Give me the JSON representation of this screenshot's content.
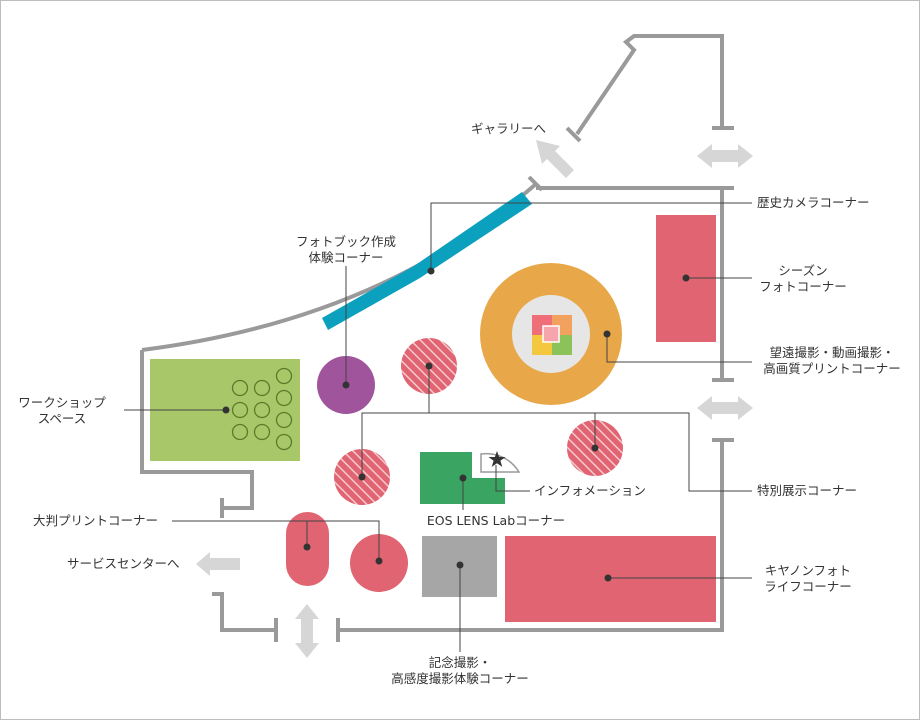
{
  "labels": {
    "gallery": "ギャラリーへ",
    "history_camera": "歴史カメラコーナー",
    "photobook_1": "フォトブック作成",
    "photobook_2": "体験コーナー",
    "season_1": "シーズン",
    "season_2": "フォトコーナー",
    "telephoto_1": "望遠撮影・動画撮影・",
    "telephoto_2": "高画質プリントコーナー",
    "workshop_1": "ワークショップ",
    "workshop_2": "スペース",
    "information": "インフォメーション",
    "special_exhibit": "特別展示コーナー",
    "eos_lens_lab": "EOS LENS Labコーナー",
    "large_print": "大判プリントコーナー",
    "service_center": "サービスセンターへ",
    "canon_photo_life_1": "キヤノンフォト",
    "canon_photo_life_2": "ライフコーナー",
    "commemorative_1": "記念撮影・",
    "commemorative_2": "高感度撮影体験コーナー"
  },
  "colors": {
    "wall": "#9a9a9a",
    "arrow": "#d6d6d6",
    "history_camera": "#0aa0be",
    "season": "#e06472",
    "telephoto": "#e8a84a",
    "workshop": "#a8c768",
    "photobook": "#a0549c",
    "eos_lens_lab": "#3aa562",
    "commemorative": "#a6a6a6",
    "large_print": "#e06472",
    "canon_photo_life": "#e06472",
    "striped": "#e06472",
    "leader": "#444444"
  },
  "icons": [
    "star-icon"
  ]
}
